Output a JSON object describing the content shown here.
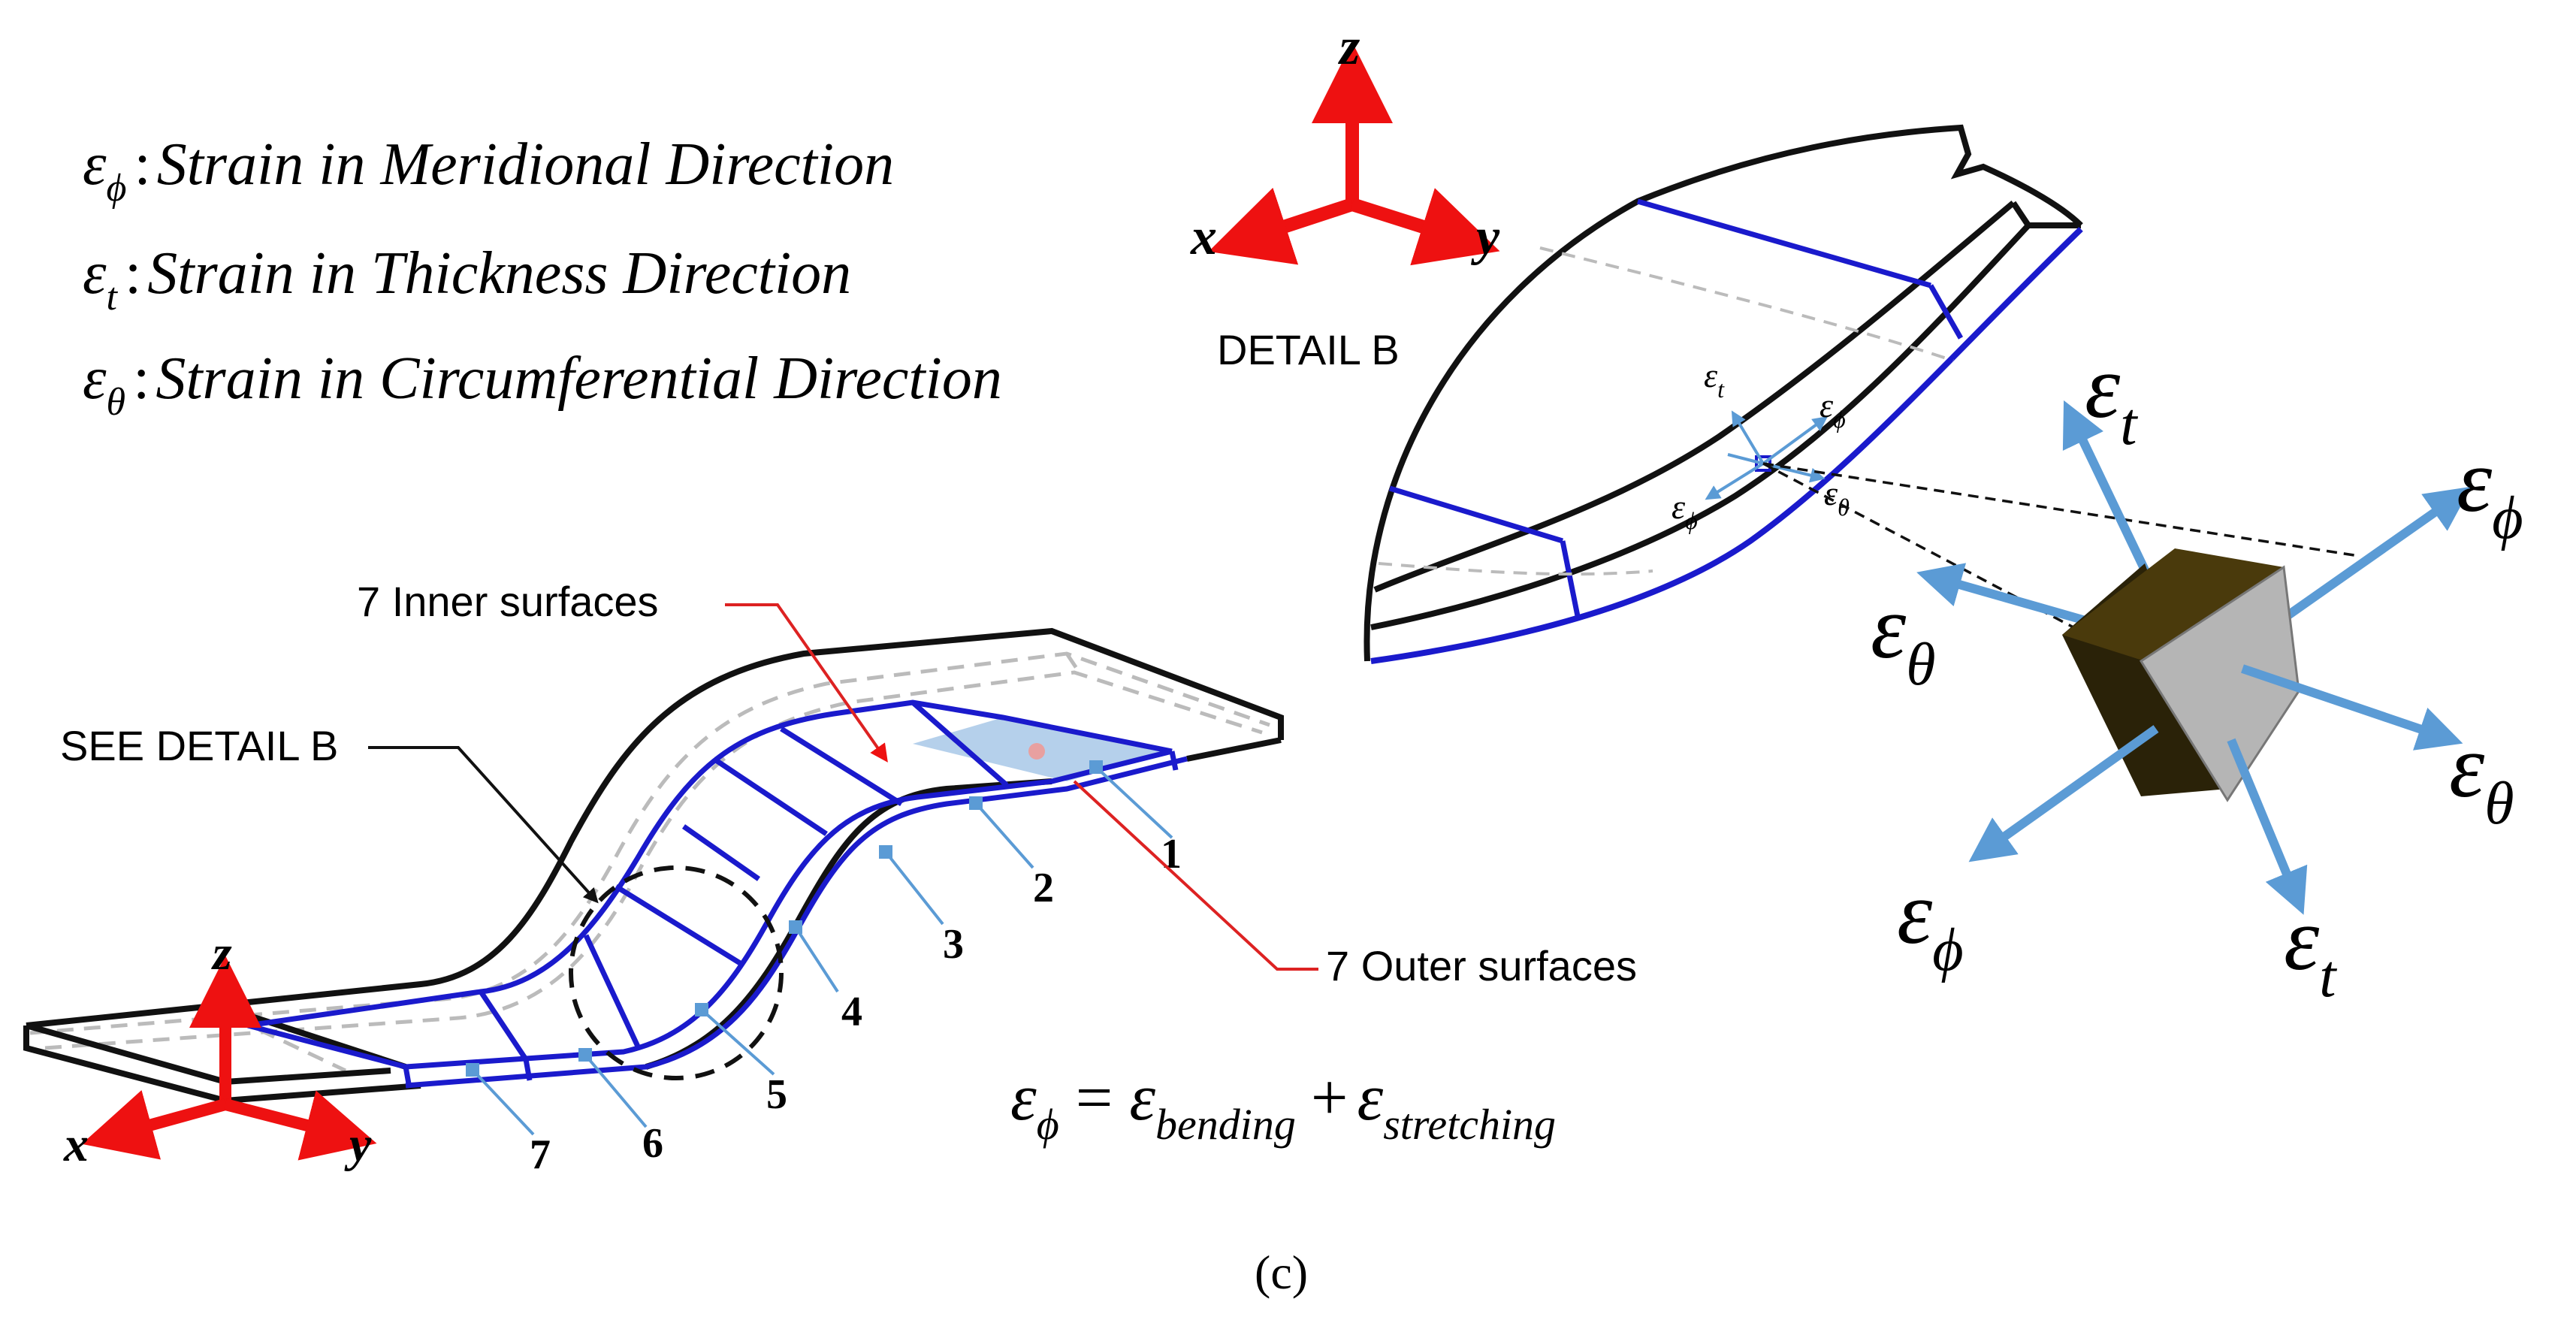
{
  "legend": {
    "items": [
      {
        "symbol": "ε",
        "sub": "ϕ",
        "separator": ":",
        "text": "Strain in Meridional Direction"
      },
      {
        "symbol": "ε",
        "sub": "t",
        "separator": ":",
        "text": "Strain in Thickness Direction"
      },
      {
        "symbol": "ε",
        "sub": "θ",
        "separator": ":",
        "text": "Strain in Circumferential Direction"
      }
    ]
  },
  "axes_top": {
    "z": "z",
    "x": "x",
    "y": "y"
  },
  "axes_bottom": {
    "z": "z",
    "x": "x",
    "y": "y"
  },
  "detail_label": "DETAIL B",
  "callouts": {
    "inner": "7 Inner surfaces",
    "outer": "7 Outer surfaces",
    "see_detail": "SEE DETAIL B"
  },
  "surface_numbers": [
    "1",
    "2",
    "3",
    "4",
    "5",
    "6",
    "7"
  ],
  "detail_strains": {
    "t": {
      "symbol": "ε",
      "sub": "t"
    },
    "phi_upper": {
      "symbol": "ε",
      "sub": "ϕ"
    },
    "phi_lower": {
      "symbol": "ε",
      "sub": "ϕ"
    },
    "theta": {
      "symbol": "ε",
      "sub": "θ"
    }
  },
  "cube_strains": {
    "t_top": {
      "symbol": "ε",
      "sub": "t"
    },
    "phi_right": {
      "symbol": "ε",
      "sub": "ϕ"
    },
    "theta_left": {
      "symbol": "ε",
      "sub": "θ"
    },
    "theta_right": {
      "symbol": "ε",
      "sub": "θ"
    },
    "phi_left": {
      "symbol": "ε",
      "sub": "ϕ"
    },
    "t_bottom": {
      "symbol": "ε",
      "sub": "t"
    }
  },
  "equation": {
    "lhs_symbol": "ε",
    "lhs_sub": "ϕ",
    "equals": "=",
    "term1_symbol": "ε",
    "term1_sub": "bending",
    "plus": "+",
    "term2_symbol": "ε",
    "term2_sub": "stretching"
  },
  "caption": "(c)",
  "colors": {
    "axis_red": "#ee1111",
    "callout_red": "#dd2222",
    "edge_blue": "#1a1acc",
    "strain_arrow_blue": "#5b9bd5",
    "cube_top": "#4a3a0c",
    "cube_side": "#2a2208",
    "cube_front": "#b5b5b5",
    "shaded_region": "#a8c8e8"
  }
}
